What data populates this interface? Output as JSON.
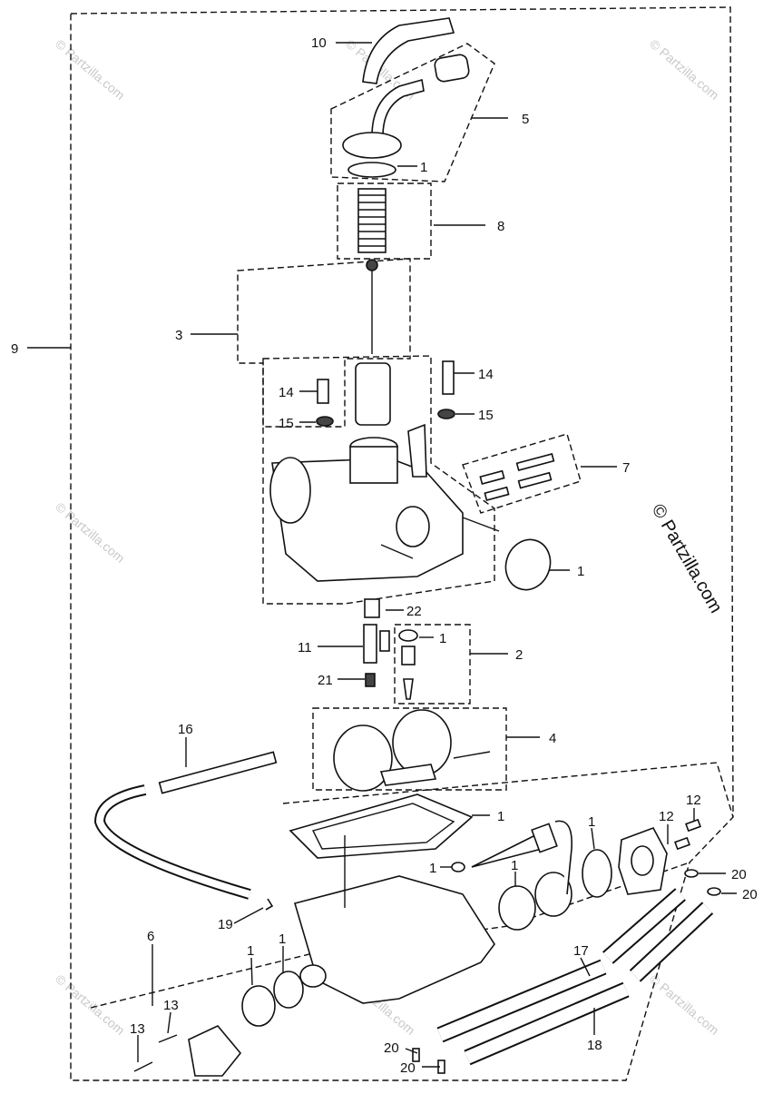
{
  "brand_mark": "© Partzilla.com",
  "watermark": "© Partzilla.com",
  "callouts": {
    "c10": "10",
    "c5": "5",
    "c1a": "1",
    "c8": "8",
    "c9": "9",
    "c3": "3",
    "c14a": "14",
    "c14b": "14",
    "c15a": "15",
    "c15b": "15",
    "c7": "7",
    "c1b": "1",
    "c22": "22",
    "c11": "11",
    "c1c": "1",
    "c2": "2",
    "c21": "21",
    "c4": "4",
    "c16": "16",
    "c1d": "1",
    "c12a": "12",
    "c12b": "12",
    "c1e": "1",
    "c1f": "1",
    "c1g": "1",
    "c20a": "20",
    "c20b": "20",
    "c19": "19",
    "c6": "6",
    "c1h": "1",
    "c1i": "1",
    "c17": "17",
    "c13a": "13",
    "c13b": "13",
    "c18": "18",
    "c20c": "20",
    "c20d": "20"
  }
}
